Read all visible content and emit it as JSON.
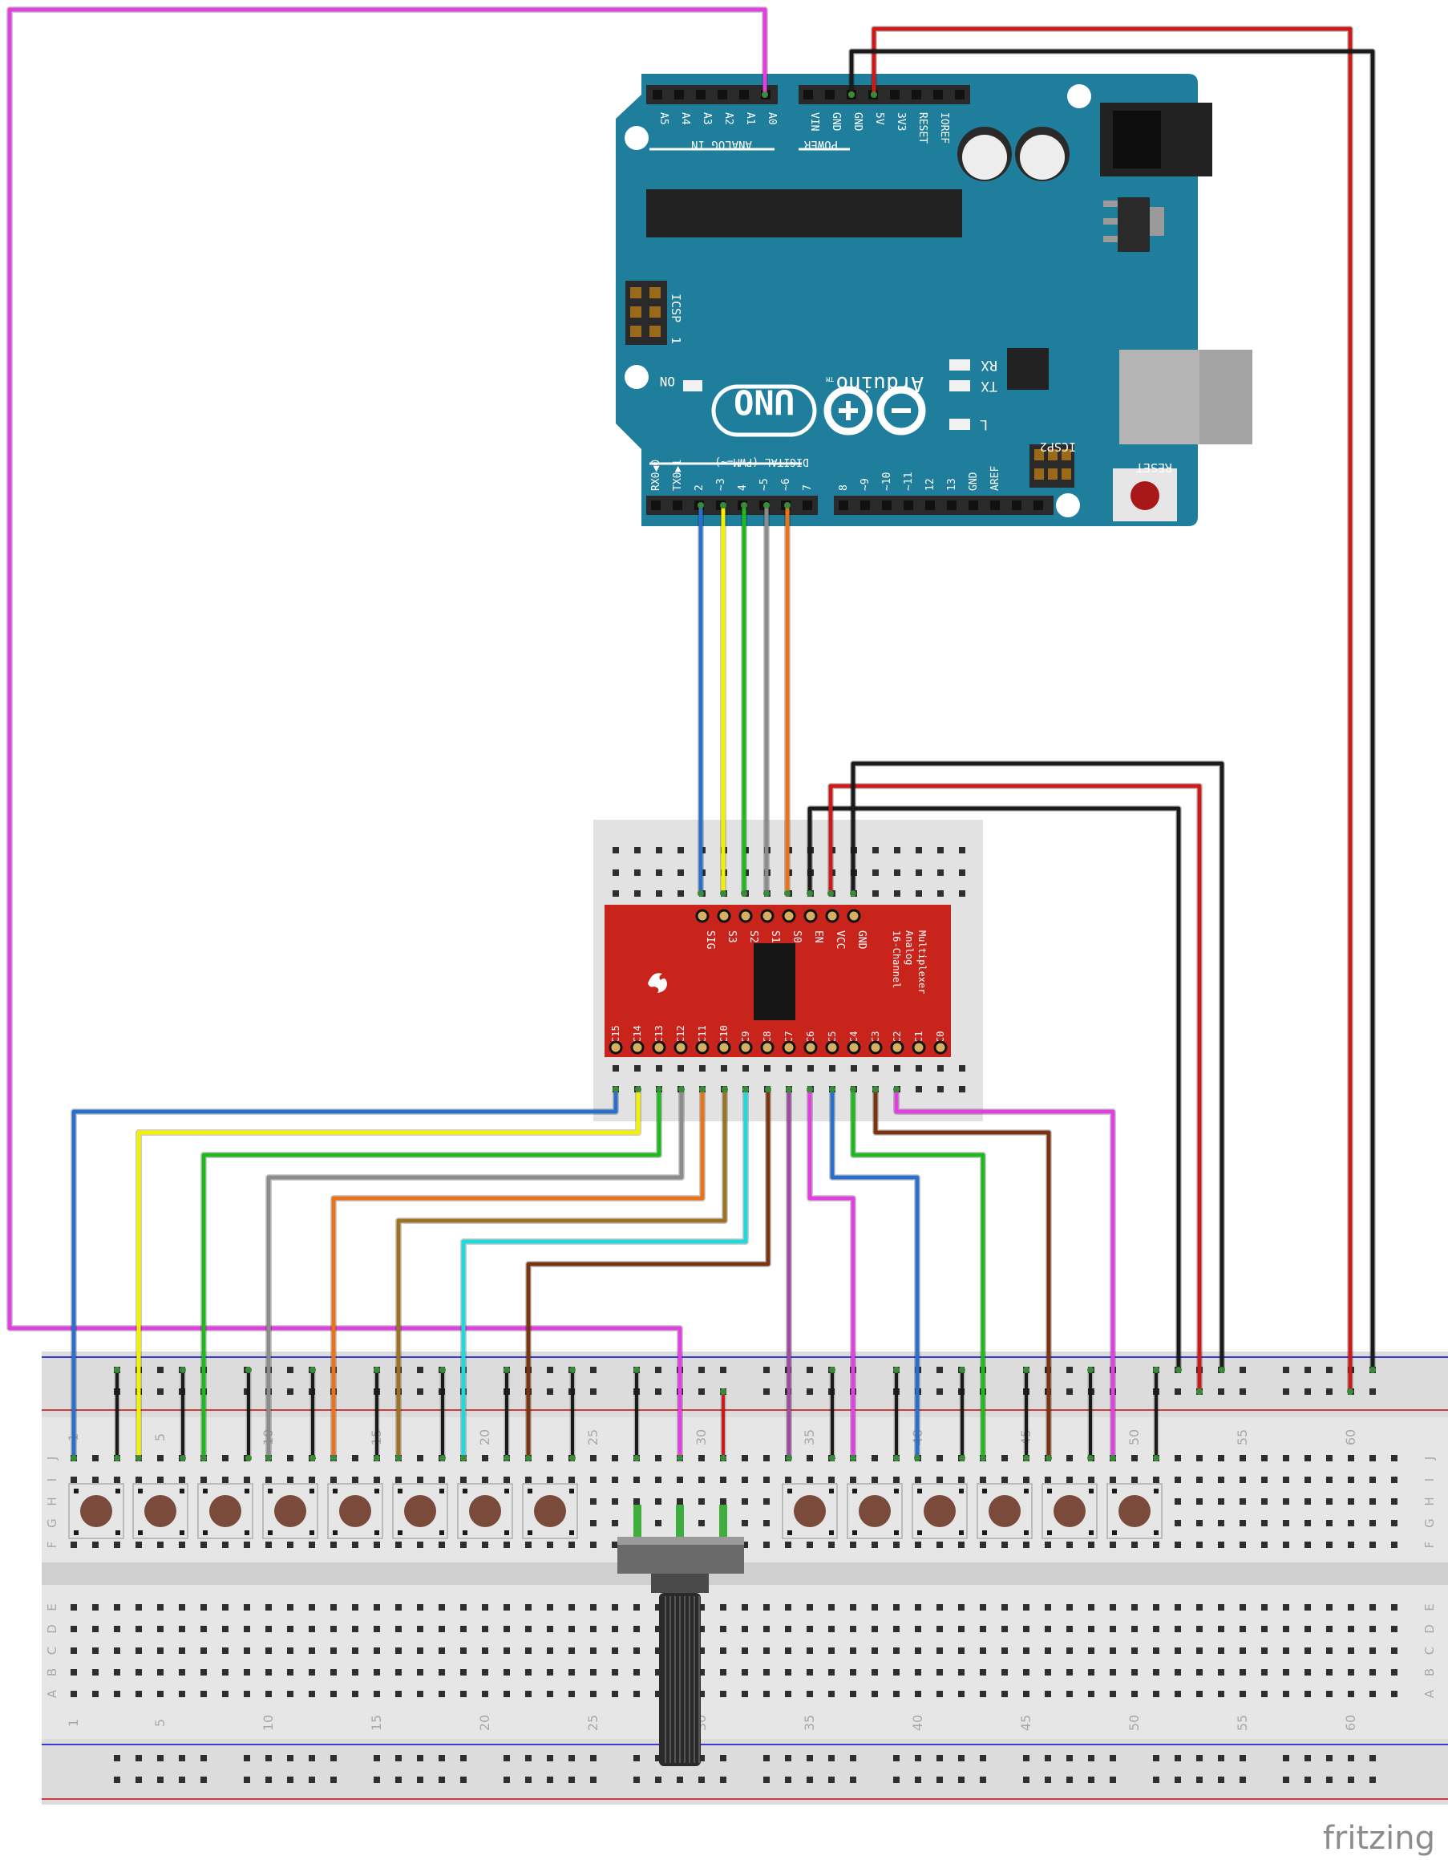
{
  "arduino": {
    "brand": "Arduino",
    "tm": "TM",
    "model": "UNO",
    "analog_header_label": "ANALOG IN",
    "analog_pins": [
      "A5",
      "A4",
      "A3",
      "A2",
      "A1",
      "A0"
    ],
    "power_header_label": "POWER",
    "power_pins": [
      "VIN",
      "GND",
      "GND",
      "5V",
      "3V3",
      "RESET",
      "IOREF"
    ],
    "digital_header_label": "DIGITAL (PWM=~)",
    "digital_pins_left": [
      "RX0◀0",
      "TX0▶1",
      "2",
      "~3",
      "4",
      "~5",
      "~6",
      "7"
    ],
    "digital_pins_right": [
      "8",
      "~9",
      "~10",
      "~11",
      "12",
      "13",
      "GND",
      "AREF"
    ],
    "icsp_label": "ICSP",
    "icsp_pin1": "1",
    "icsp2_label": "ICSP2",
    "on_label": "ON",
    "rx_label": "RX",
    "tx_label": "TX",
    "l_label": "L",
    "reset_label": "RESET"
  },
  "mux": {
    "title_lines": [
      "16-Channel",
      "Analog",
      "Multiplexer"
    ],
    "top_pins": [
      "SIG",
      "S3",
      "S2",
      "S1",
      "S0",
      "EN",
      "VCC",
      "GND"
    ],
    "bottom_pins": [
      "C15",
      "C14",
      "C13",
      "C12",
      "C11",
      "C10",
      "C9",
      "C8",
      "C7",
      "C6",
      "C5",
      "C4",
      "C3",
      "C2",
      "C1",
      "C0"
    ]
  },
  "breadboard": {
    "column_numbers": [
      "1",
      "5",
      "10",
      "15",
      "20",
      "25",
      "30",
      "35",
      "40",
      "45",
      "50",
      "55",
      "60"
    ],
    "top_row_letters": [
      "J",
      "I",
      "H",
      "G",
      "F"
    ],
    "bottom_row_letters": [
      "E",
      "D",
      "C",
      "B",
      "A"
    ]
  },
  "colors": {
    "arduino_board": "#1f7e9c",
    "mux_board": "#c8241c",
    "breadboard": "#e6e6e6",
    "wire_blue": "#2a6fcc",
    "wire_yellow": "#f2f200",
    "wire_green": "#1fb81f",
    "wire_gray": "#8c8c8c",
    "wire_orange": "#e8731a",
    "wire_red": "#cc1a1a",
    "wire_black": "#1a1a1a",
    "wire_magenta": "#e040e0",
    "wire_cyan": "#20dada",
    "wire_olive": "#9a7422",
    "wire_brown": "#7a3410",
    "wire_purple": "#9c4c9c"
  },
  "watermark": "fritzing"
}
